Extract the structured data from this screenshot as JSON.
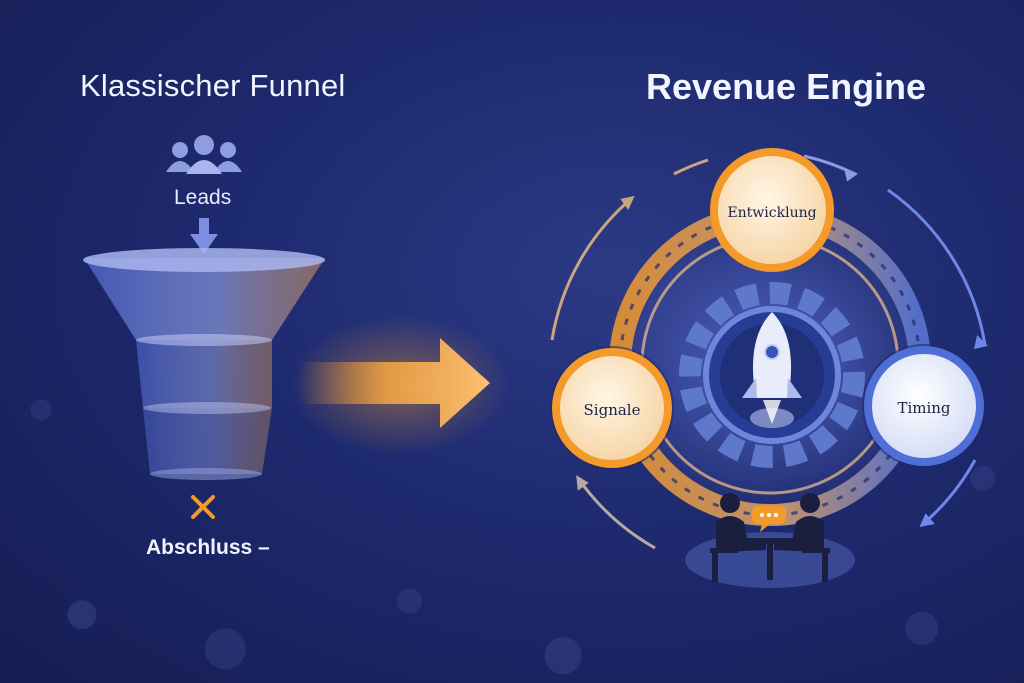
{
  "left": {
    "title": "Klassischer Funnel",
    "leads_label": "Leads",
    "closing_label": "Abschluss –",
    "icons": [
      "people-group-icon",
      "arrow-down-icon",
      "cross-icon"
    ]
  },
  "right": {
    "title": "Revenue Engine",
    "nodes": [
      {
        "label": "Entwicklung",
        "color": "#f39a2a"
      },
      {
        "label": "Signale",
        "color": "#f39a2a"
      },
      {
        "label": "Timing",
        "color": "#4f6fd6"
      }
    ],
    "icons": [
      "rocket-icon",
      "gear-icon",
      "meeting-people-icon",
      "chat-bubble-icon"
    ]
  },
  "colors": {
    "accent_orange": "#f39a2a",
    "accent_blue": "#4f6fd6",
    "background": "#1e2a6e"
  }
}
